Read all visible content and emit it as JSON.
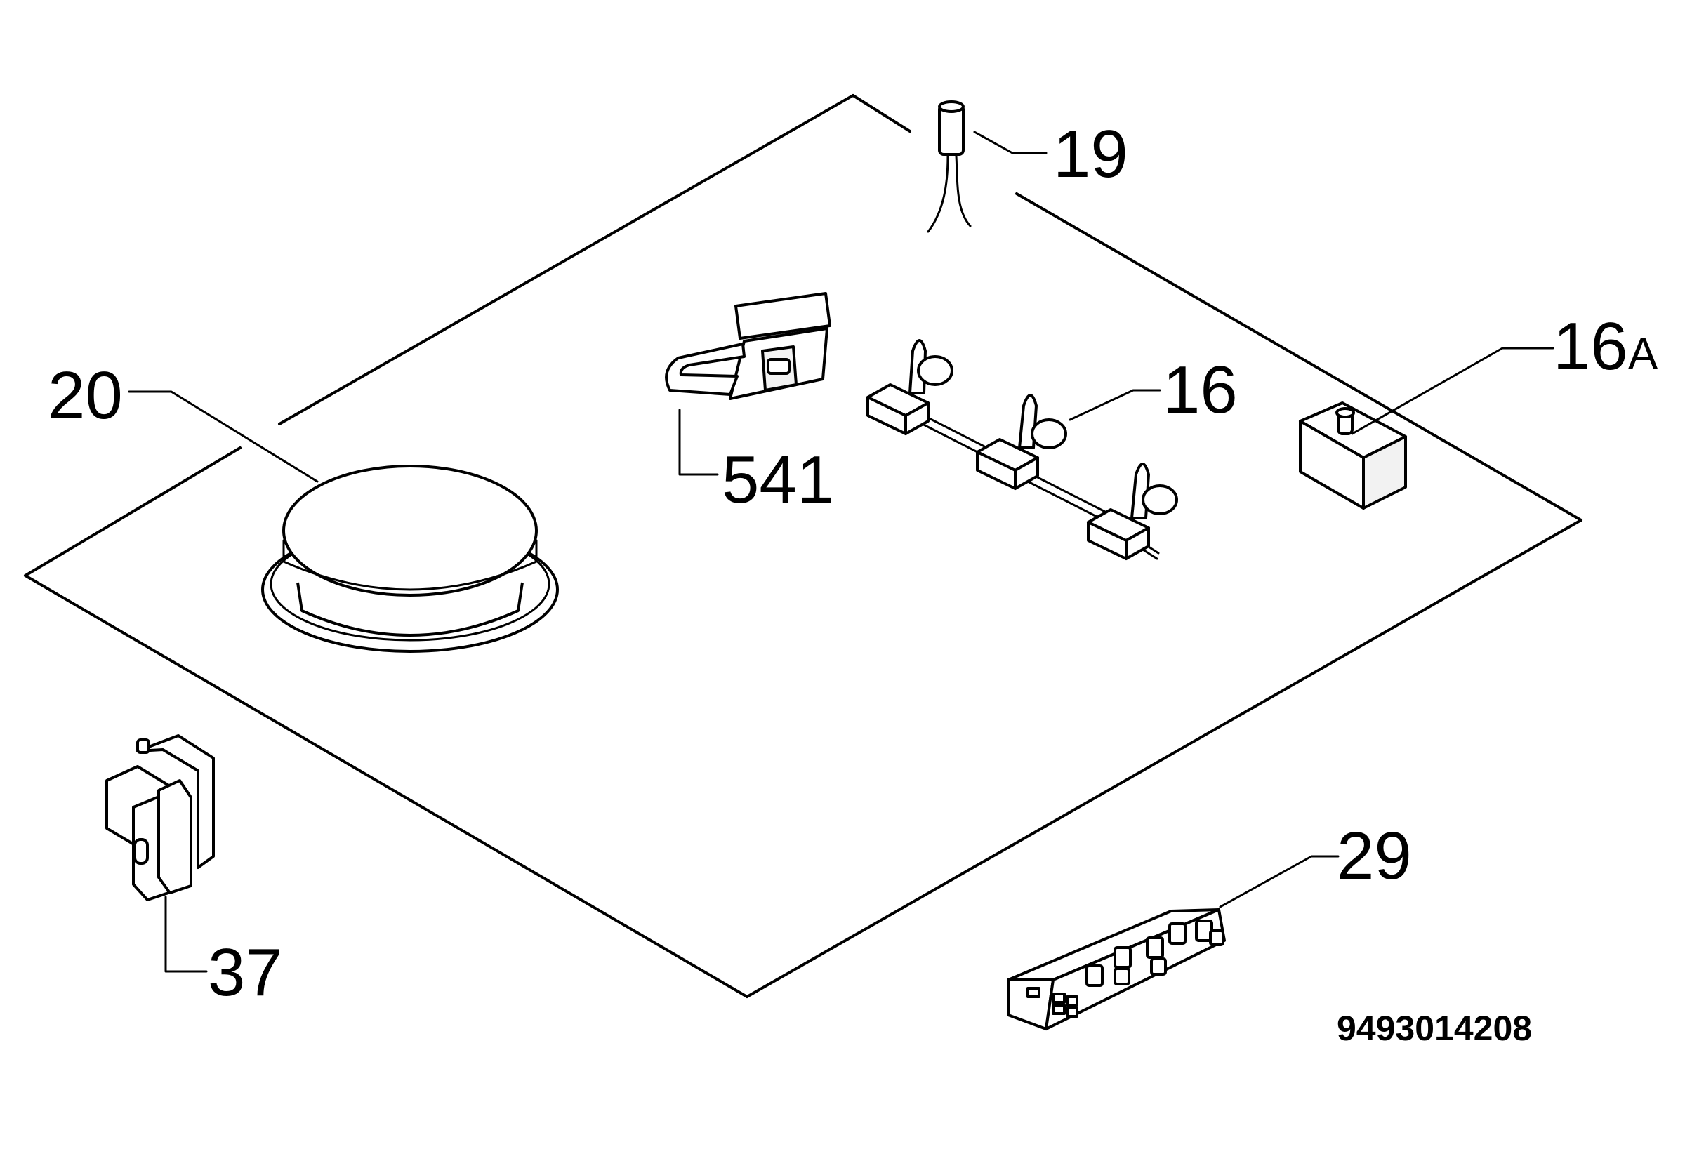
{
  "parts": [
    {
      "id": "p19",
      "label": "19",
      "shape": "ignition-electrode"
    },
    {
      "id": "p16a",
      "label": "16",
      "suffix": "A",
      "shape": "ignition-switch"
    },
    {
      "id": "p16",
      "label": "16",
      "shape": "ignition-harness"
    },
    {
      "id": "p20",
      "label": "20",
      "shape": "burner-cap"
    },
    {
      "id": "p541",
      "label": "541",
      "shape": "connector-clip"
    },
    {
      "id": "p37",
      "label": "37",
      "shape": "terminal-bracket"
    },
    {
      "id": "p29",
      "label": "29",
      "shape": "spark-generator"
    }
  ],
  "document_number": "9493014208"
}
